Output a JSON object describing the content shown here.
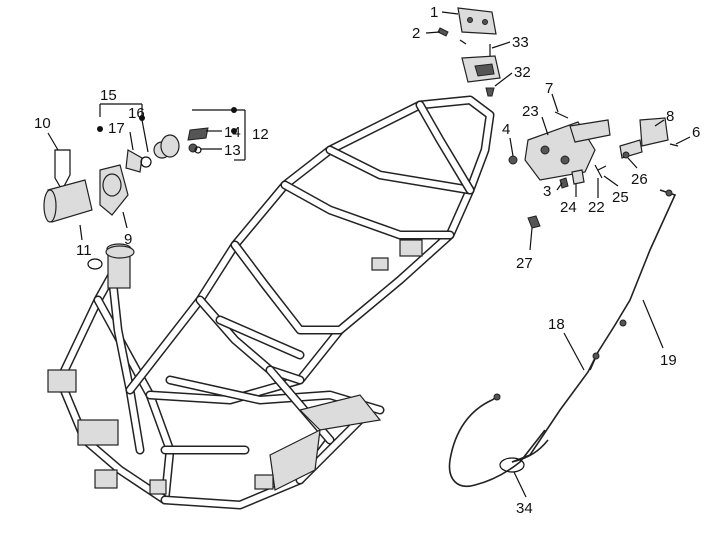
{
  "labels": [
    {
      "id": "1",
      "text": "1"
    },
    {
      "id": "2",
      "text": "2"
    },
    {
      "id": "33",
      "text": "33"
    },
    {
      "id": "32",
      "text": "32"
    },
    {
      "id": "15",
      "text": "15"
    },
    {
      "id": "16",
      "text": "16"
    },
    {
      "id": "17",
      "text": "17"
    },
    {
      "id": "10",
      "text": "10"
    },
    {
      "id": "14",
      "text": "14"
    },
    {
      "id": "12",
      "text": "12"
    },
    {
      "id": "13",
      "text": "13"
    },
    {
      "id": "9",
      "text": "9"
    },
    {
      "id": "11",
      "text": "11"
    },
    {
      "id": "7",
      "text": "7"
    },
    {
      "id": "23",
      "text": "23"
    },
    {
      "id": "4",
      "text": "4"
    },
    {
      "id": "8",
      "text": "8"
    },
    {
      "id": "6",
      "text": "6"
    },
    {
      "id": "3",
      "text": "3"
    },
    {
      "id": "24",
      "text": "24"
    },
    {
      "id": "22",
      "text": "22"
    },
    {
      "id": "25",
      "text": "25"
    },
    {
      "id": "26",
      "text": "26"
    },
    {
      "id": "27",
      "text": "27"
    },
    {
      "id": "18",
      "text": "18"
    },
    {
      "id": "19",
      "text": "19"
    },
    {
      "id": "34",
      "text": "34"
    }
  ]
}
